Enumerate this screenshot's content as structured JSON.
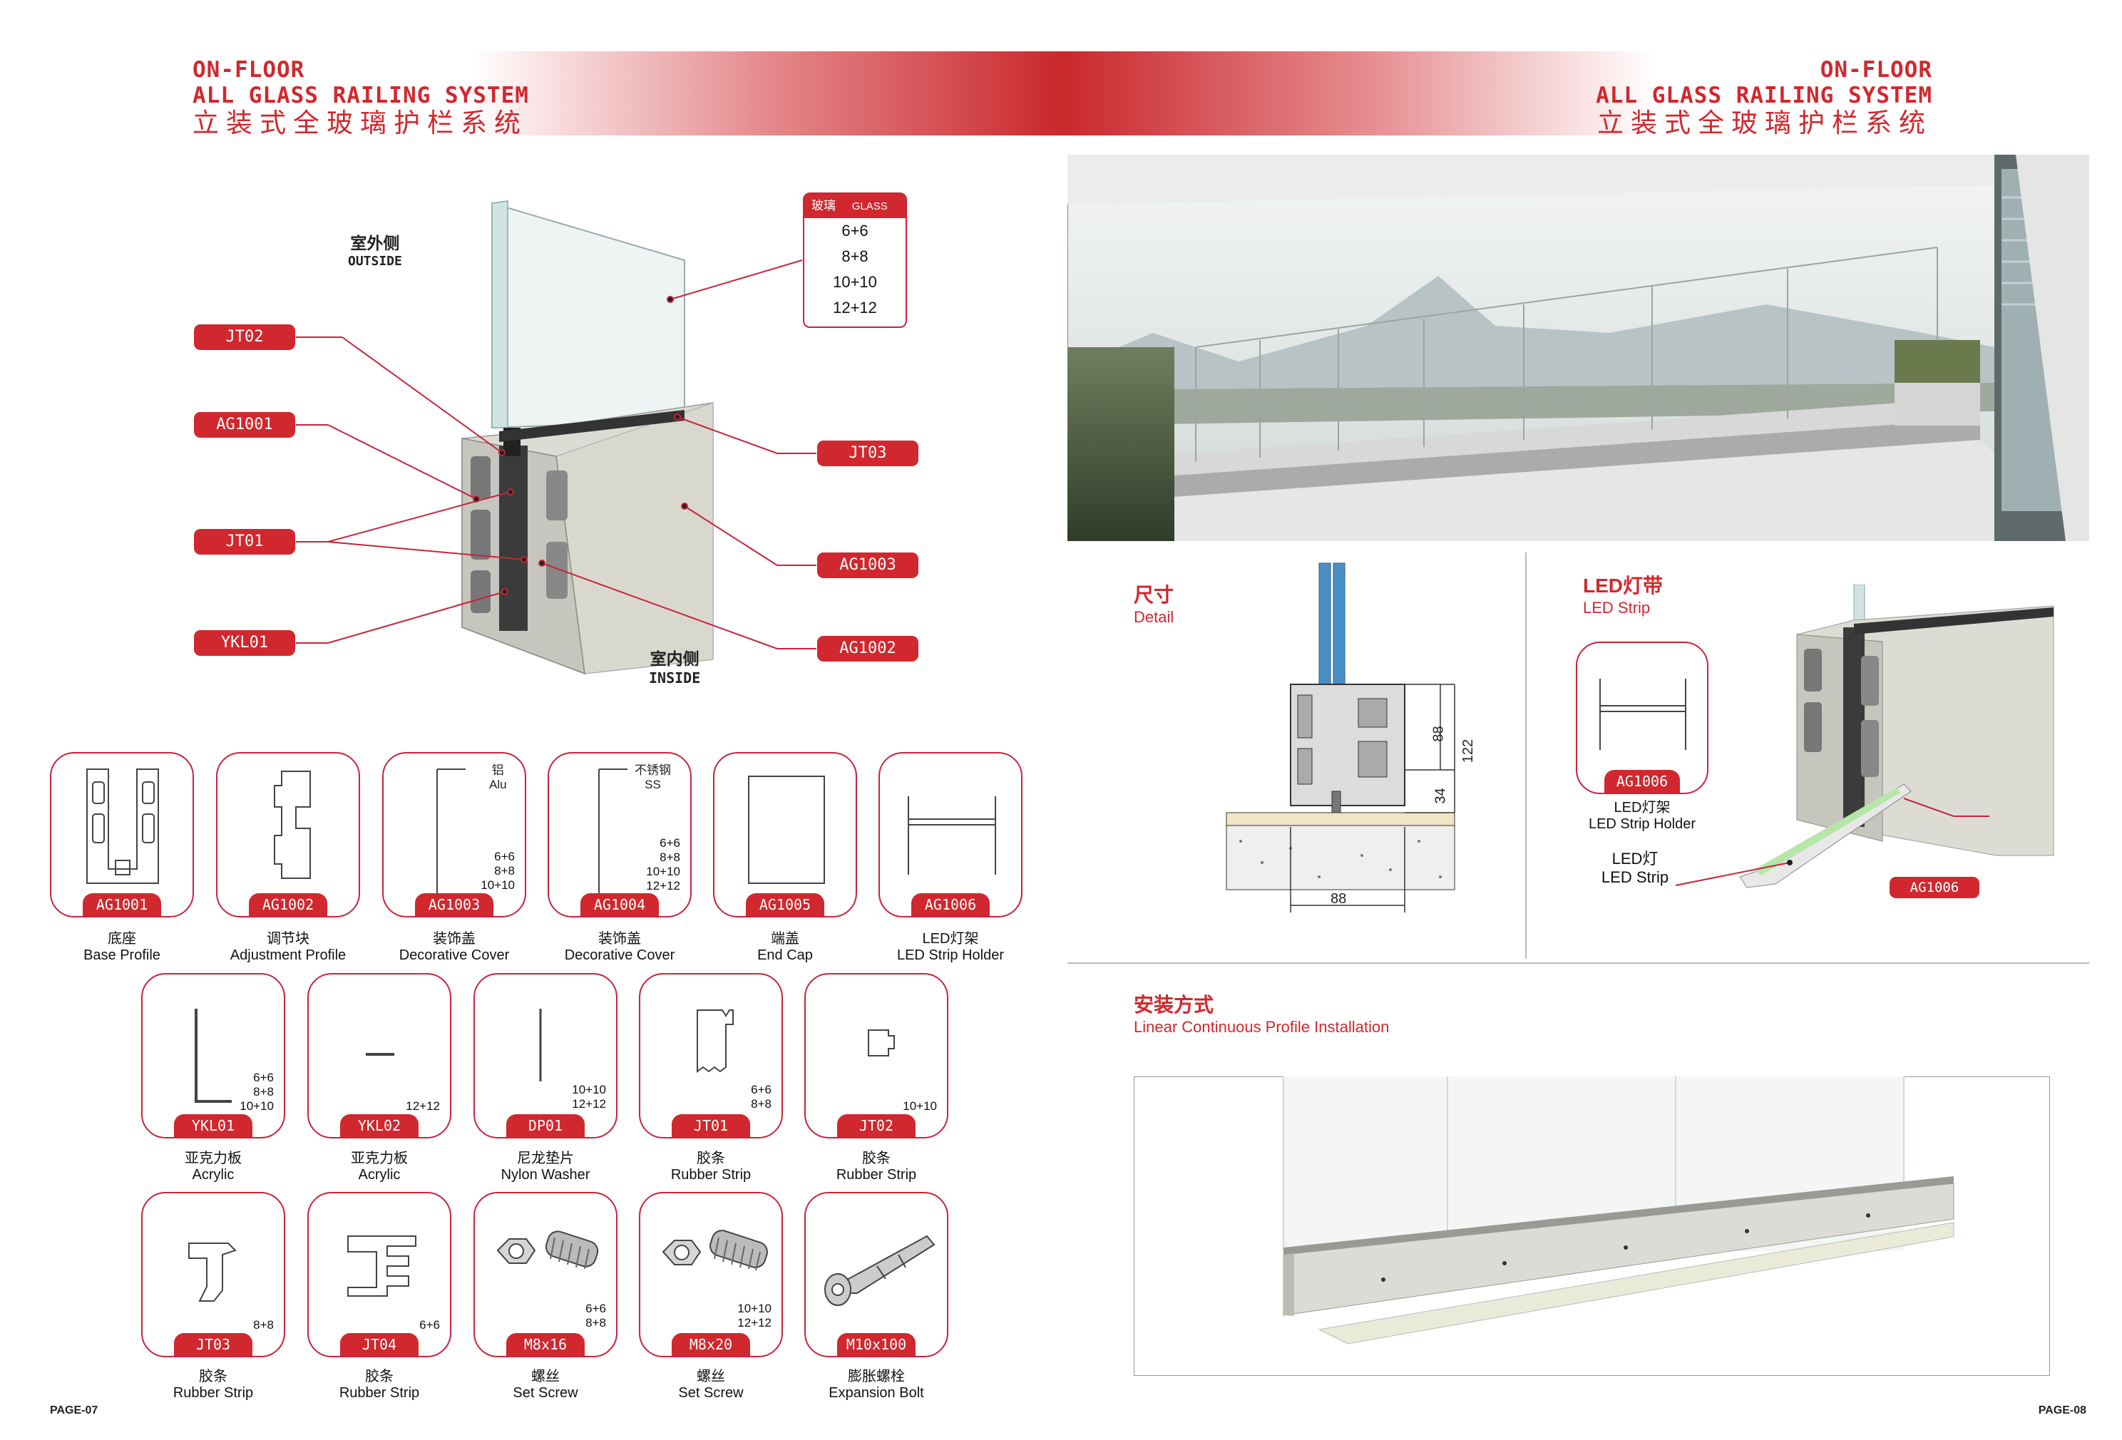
{
  "header": {
    "left": {
      "line1": "ON-FLOOR",
      "line2": "ALL GLASS RAILING SYSTEM",
      "cn": "立装式全玻璃护栏系统"
    },
    "right": {
      "line1": "ON-FLOOR",
      "line2": "ALL GLASS RAILING SYSTEM",
      "cn": "立装式全玻璃护栏系统"
    }
  },
  "diagram": {
    "outside_cn": "室外侧",
    "outside_en": "OUTSIDE",
    "inside_cn": "室内侧",
    "inside_en": "INSIDE",
    "tags_left": [
      "JT02",
      "AG1001",
      "JT01",
      "YKL01"
    ],
    "tags_right": [
      "JT03",
      "AG1003",
      "AG1002"
    ],
    "glass_box": {
      "header_cn": "玻璃",
      "header_en": "GLASS",
      "options": [
        "6+6",
        "8+8",
        "10+10",
        "12+12"
      ]
    }
  },
  "parts_row1": [
    {
      "code": "AG1001",
      "cn": "底座",
      "en": "Base Profile",
      "specs": []
    },
    {
      "code": "AG1002",
      "cn": "调节块",
      "en": "Adjustment Profile",
      "specs": []
    },
    {
      "code": "AG1003",
      "cn": "装饰盖",
      "en": "Decorative Cover",
      "mat_cn": "铝",
      "mat_en": "Alu",
      "specs": [
        "6+6",
        "8+8",
        "10+10"
      ]
    },
    {
      "code": "AG1004",
      "cn": "装饰盖",
      "en": "Decorative Cover",
      "mat_cn": "不锈钢",
      "mat_en": "SS",
      "specs": [
        "6+6",
        "8+8",
        "10+10",
        "12+12"
      ]
    },
    {
      "code": "AG1005",
      "cn": "端盖",
      "en": "End Cap",
      "specs": []
    },
    {
      "code": "AG1006",
      "cn": "LED灯架",
      "en": "LED Strip Holder",
      "specs": []
    }
  ],
  "parts_row2": [
    {
      "code": "YKL01",
      "cn": "亚克力板",
      "en": "Acrylic",
      "specs": [
        "6+6",
        "8+8",
        "10+10"
      ]
    },
    {
      "code": "YKL02",
      "cn": "亚克力板",
      "en": "Acrylic",
      "specs": [
        "12+12"
      ]
    },
    {
      "code": "DP01",
      "cn": "尼龙垫片",
      "en": "Nylon Washer",
      "specs": [
        "10+10",
        "12+12"
      ]
    },
    {
      "code": "JT01",
      "cn": "胶条",
      "en": "Rubber Strip",
      "specs": [
        "6+6",
        "8+8"
      ]
    },
    {
      "code": "JT02",
      "cn": "胶条",
      "en": "Rubber Strip",
      "specs": [
        "10+10"
      ]
    }
  ],
  "parts_row3": [
    {
      "code": "JT03",
      "cn": "胶条",
      "en": "Rubber Strip",
      "specs": [
        "8+8"
      ]
    },
    {
      "code": "JT04",
      "cn": "胶条",
      "en": "Rubber Strip",
      "specs": [
        "6+6"
      ]
    },
    {
      "code": "M8x16",
      "cn": "螺丝",
      "en": "Set Screw",
      "specs": [
        "6+6",
        "8+8"
      ]
    },
    {
      "code": "M8x20",
      "cn": "螺丝",
      "en": "Set Screw",
      "specs": [
        "10+10",
        "12+12"
      ]
    },
    {
      "code": "M10x100",
      "cn": "膨胀螺栓",
      "en": "Expansion Bolt",
      "specs": []
    }
  ],
  "detail": {
    "title_cn": "尺寸",
    "title_en": "Detail",
    "dim_88": "88",
    "dim_122": "122",
    "dim_34": "34",
    "dim_width": "88"
  },
  "led": {
    "title_cn": "LED灯带",
    "title_en": "LED Strip",
    "card_code": "AG1006",
    "holder_cn": "LED灯架",
    "holder_en": "LED Strip Holder",
    "strip_cn": "LED灯",
    "strip_en": "LED Strip",
    "tag": "AG1006"
  },
  "install": {
    "title_cn": "安装方式",
    "title_en": "Linear Continuous Profile Installation"
  },
  "footer": {
    "left": "PAGE-07",
    "right": "PAGE-08"
  },
  "colors": {
    "accent": "#d0282e",
    "glass_blue": "#4a8fc4",
    "alu": "#d6d6cf"
  }
}
